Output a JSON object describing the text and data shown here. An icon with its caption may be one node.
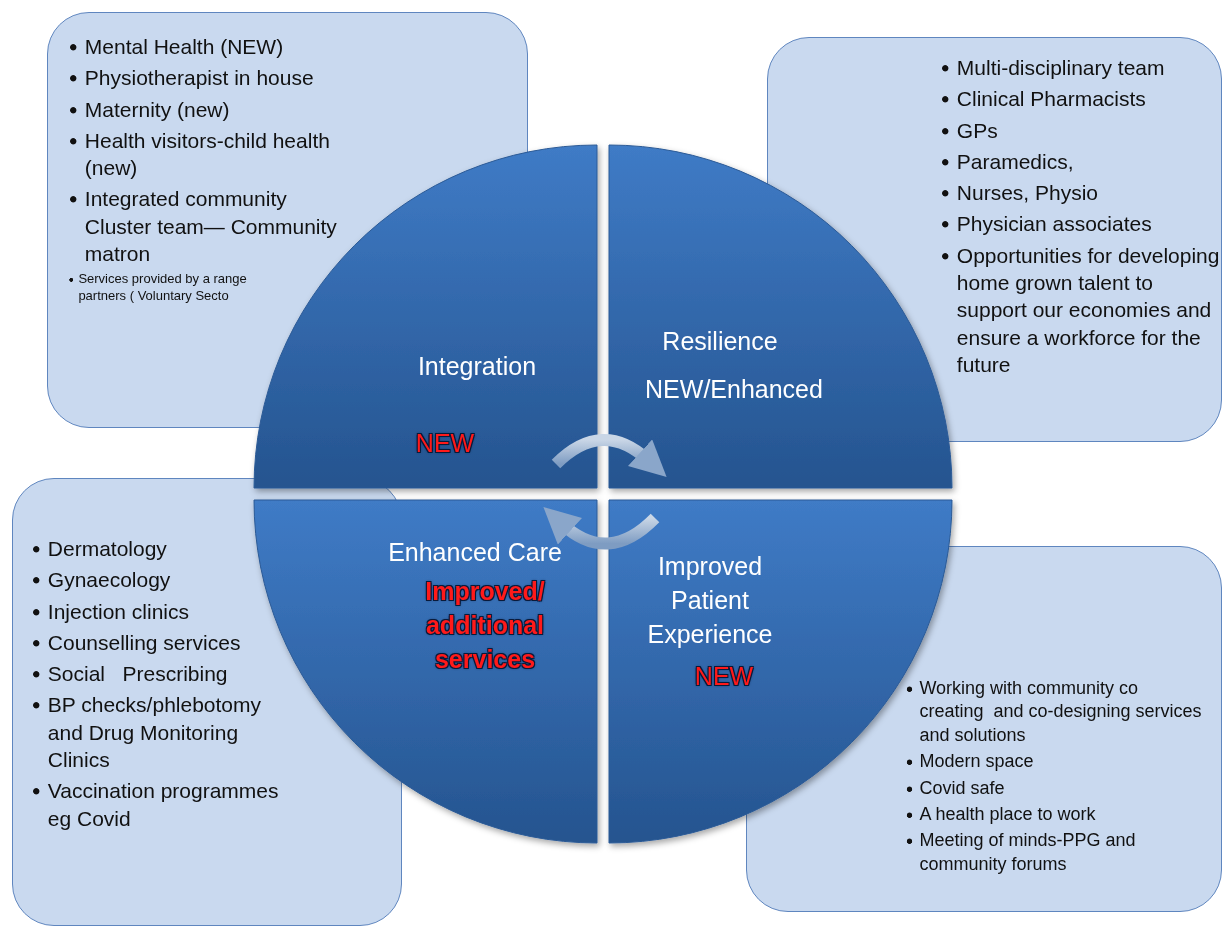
{
  "diagram": {
    "nodes": [
      {
        "text": [
          "Mental Health (NEW)",
          "Physiotherapist in house",
          "Maternity (new)",
          "Health visitors-child health (new)",
          "Integrated community Cluster team— Community matron",
          "Services provided by a range partners ( Voluntary Secto"
        ]
      },
      {
        "text": [
          "Multi-disciplinary team",
          "Clinical Pharmacists",
          "GPs",
          "Paramedics,",
          "Nurses, Physio",
          "Physician associates",
          "Opportunities for developing home grown talent to support our economies and ensure a workforce for the future"
        ]
      },
      {
        "text": [
          "Integration",
          "NEW"
        ]
      },
      {
        "text": [
          "Resilience",
          "NEW/Enhanced"
        ]
      },
      {
        "text": [
          "Dermatology",
          "Gynaecology",
          "Injection clinics",
          "Counselling services",
          "Social   Prescribing",
          "BP checks/phlebotomy and Drug Monitoring Clinics",
          "Vaccination programmes eg Covid"
        ]
      },
      {
        "text": [
          "Enhanced Care",
          "Improved/ additional services"
        ]
      },
      {
        "text": [
          "Improved Patient Experience",
          "NEW"
        ]
      },
      {
        "text": [
          "Working with community co creating  and co-designing services and solutions",
          "Modern space",
          "Covid safe",
          "A health place to work",
          "Meeting of minds-PPG and community forums"
        ]
      }
    ],
    "edges": [
      {
        "from": 2,
        "to": 3,
        "arrow": "to"
      },
      {
        "from": 6,
        "to": 5,
        "arrow": "to"
      }
    ]
  }
}
